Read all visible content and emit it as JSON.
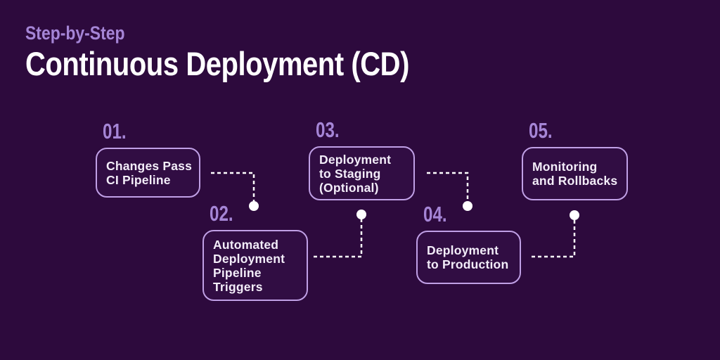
{
  "header": {
    "subtitle": "Step-by-Step",
    "title": "Continuous Deployment (CD)"
  },
  "colors": {
    "bg": "#2d0a3d",
    "accent": "#a585d6",
    "box-border": "#c0a0e6",
    "box-text": "#f3edf9",
    "title-text": "#ffffff",
    "connector": "#ffffff"
  },
  "steps": [
    {
      "number": "01.",
      "label": "Changes Pass\nCI Pipeline"
    },
    {
      "number": "02.",
      "label": "Automated\nDeployment\nPipeline\nTriggers"
    },
    {
      "number": "03.",
      "label": "Deployment\nto Staging\n(Optional)"
    },
    {
      "number": "04.",
      "label": "Deployment\nto Production"
    },
    {
      "number": "05.",
      "label": "Monitoring\nand Rollbacks"
    }
  ]
}
